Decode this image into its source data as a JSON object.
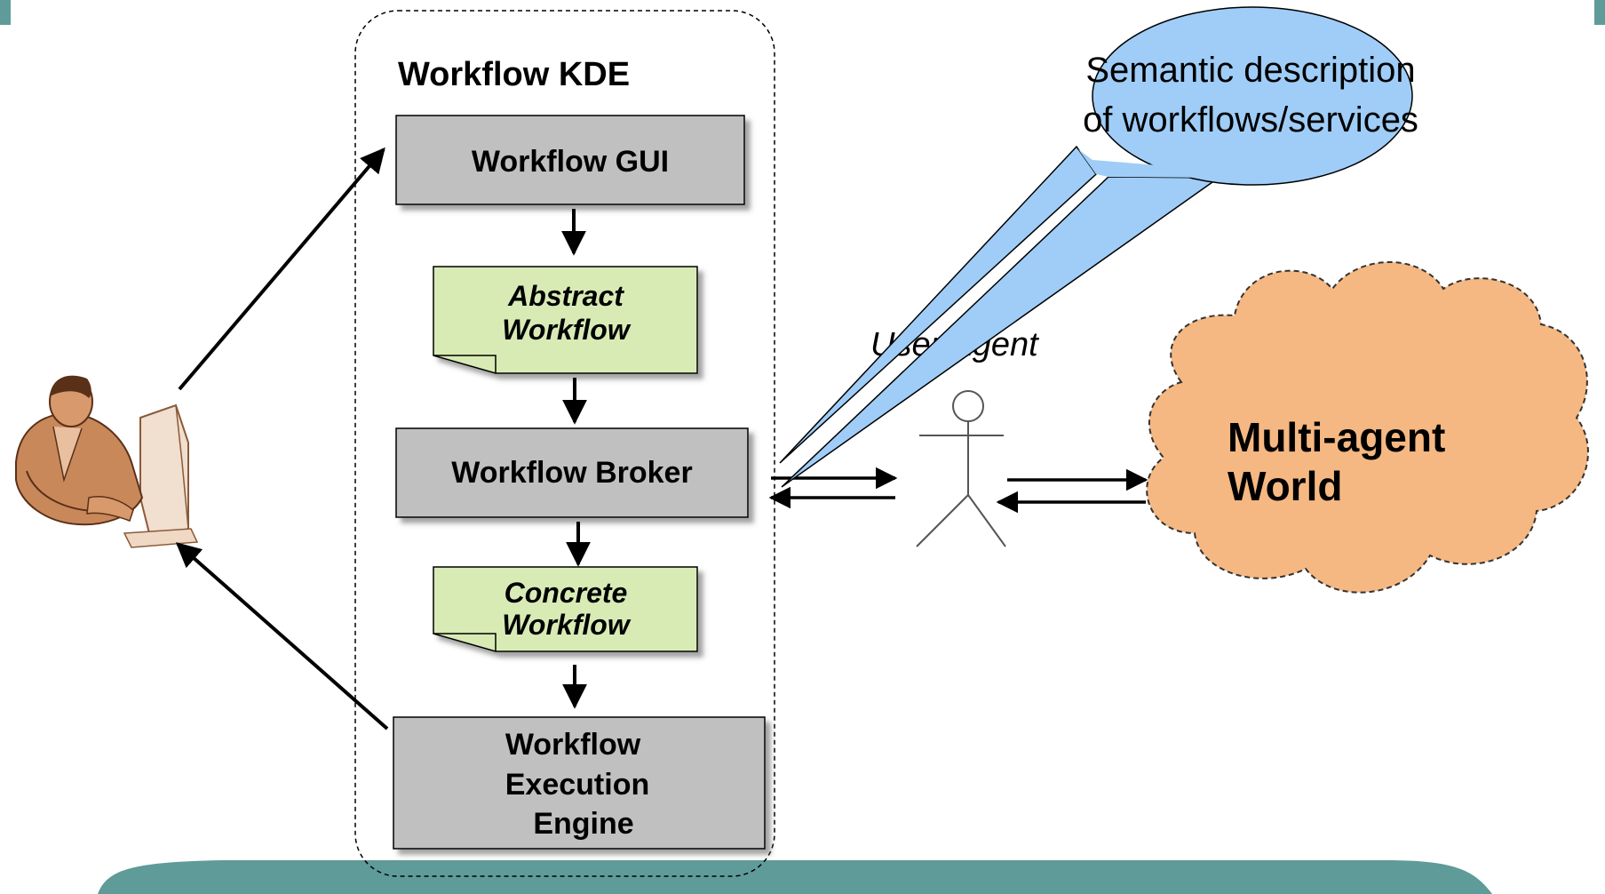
{
  "kde": {
    "title": "Workflow KDE",
    "gui_label": "Workflow GUI",
    "abstract_doc": [
      "Abstract",
      "Workflow"
    ],
    "broker_label": "Workflow Broker",
    "concrete_doc": [
      "Concrete",
      "Workflow"
    ],
    "engine_label": [
      "Workflow",
      "Execution",
      "Engine"
    ]
  },
  "callout": {
    "lines": [
      "Semantic description",
      "of workflows/services"
    ]
  },
  "agent": {
    "label": "User Agent"
  },
  "cloud": {
    "lines": [
      "Multi-agent",
      "World"
    ]
  },
  "icons": {
    "user": "user-at-computer-icon",
    "agent": "stick-figure-icon"
  },
  "colors": {
    "box_fill": "#c0c0c0",
    "doc_fill": "#d8ebb5",
    "callout_fill": "#9fcdf7",
    "cloud_fill": "#f6b882",
    "band_color": "#5f9b98"
  }
}
